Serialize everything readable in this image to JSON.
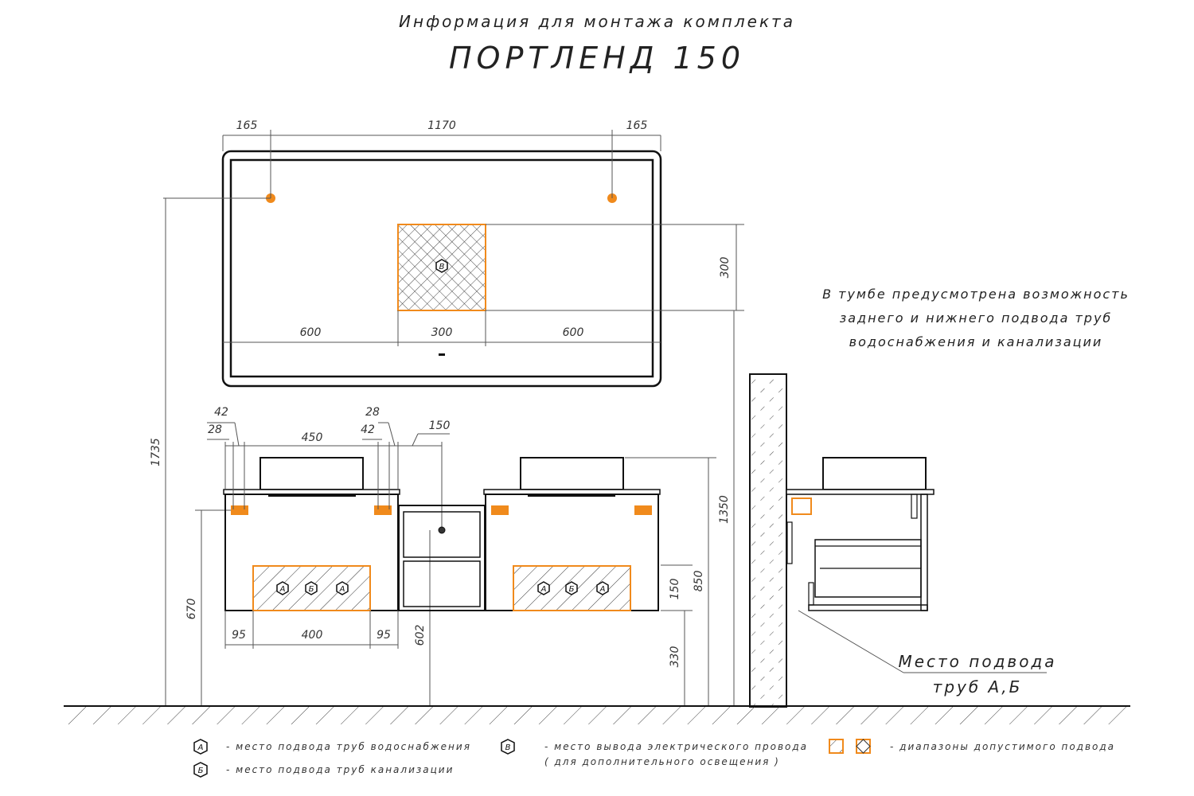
{
  "header": {
    "subtitle": "Информация для монтажа комплекта",
    "title": "ПОРТЛЕНД 150"
  },
  "colors": {
    "accent_orange": "#F08A1C",
    "line": "#111111",
    "dim_line": "#555555"
  },
  "mirror": {
    "dims": {
      "left_offset": "165",
      "center_span": "1170",
      "right_offset": "165",
      "zone_height": "300",
      "left_to_zone": "600",
      "zone_width": "300",
      "zone_to_right": "600"
    },
    "zone_marker": "В"
  },
  "cabinet_left": {
    "dims": {
      "d42_left": "42",
      "d28_left": "28",
      "sink_width": "450",
      "d28_right": "28",
      "d42_right": "42",
      "gap_150": "150",
      "bottom_left": "95",
      "bottom_center": "400",
      "bottom_right": "95"
    },
    "markers": [
      "А",
      "Б",
      "А"
    ]
  },
  "middle_module": {
    "dim_602": "602"
  },
  "cabinet_right": {
    "dims": {
      "zone_height": "150",
      "cabinet_height": "850",
      "floor_to_bottom": "330",
      "sink_top": "1350"
    },
    "markers": [
      "А",
      "Б",
      "А"
    ]
  },
  "vertical_dims": {
    "total": "1735",
    "mount": "670"
  },
  "side_view": {
    "note": [
      "В тумбе предусмотрена возможность",
      "заднего и нижнего подвода труб",
      "водоснабжения и канализации"
    ],
    "callout": [
      "Место подвода",
      "труб А,Б"
    ]
  },
  "legend": {
    "a_marker": "А",
    "a_text": "- место подвода труб водоснабжения",
    "b_marker": "Б",
    "b_text": "- место подвода труб канализации",
    "v_marker": "В",
    "v_text": "- место вывода электрического провода",
    "v_text2": "( для дополнительного освещения )",
    "range_text": "- диапазоны допустимого подвода"
  }
}
